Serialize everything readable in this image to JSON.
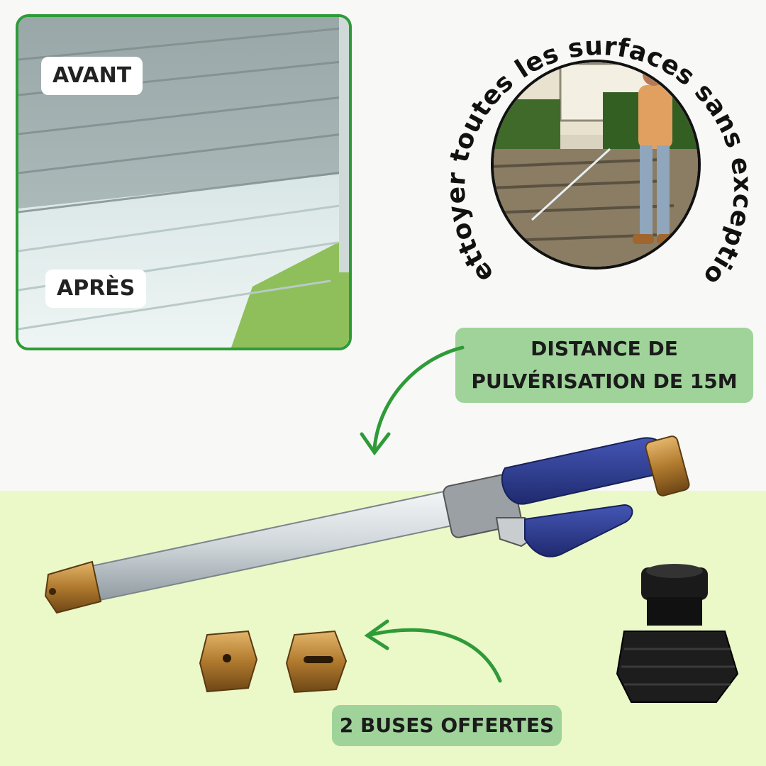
{
  "before_after": {
    "before_label": "AVANT",
    "after_label": "APRÈS"
  },
  "circle_badge": {
    "curved_text": "Nettoyer toutes les surfaces sans exception"
  },
  "callouts": {
    "distance_line1": "DISTANCE DE",
    "distance_line2": "PULVÉRISATION DE 15M",
    "nozzles": "2 BUSES OFFERTES"
  },
  "colors": {
    "frame_green": "#2e9b38",
    "callout_green": "#9fd39a",
    "bottom_bg": "#ebf8c8",
    "handle_blue": "#2b3a8f",
    "brass": "#b88a3a"
  },
  "icons": [
    "curved-arrow-icon",
    "curved-arrow-icon"
  ]
}
